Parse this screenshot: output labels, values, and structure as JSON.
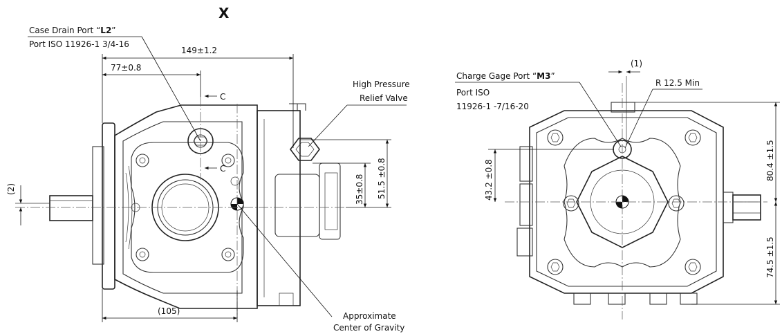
{
  "view_title": "X",
  "left_view": {
    "case_drain_port": {
      "prefix": "Case Drain Port “",
      "name": "L2",
      "suffix": "”",
      "spec": "Port ISO 11926-1  3/4-16"
    },
    "dim_overall_width": "149±1.2",
    "dim_flange_offset": "77±0.8",
    "section_marker": "C",
    "relief_valve": [
      "High Pressure",
      "Relief Valve"
    ],
    "dim_side_offset": "(2)",
    "dim_valve_height_a": "35±0.8",
    "dim_valve_height_b": "51.5 ±0.8",
    "dim_cg": "(105)",
    "cg_label": [
      "Approximate",
      "Center of Gravity"
    ]
  },
  "right_view": {
    "dim_top_offset": "(1)",
    "charge_gage_port": {
      "prefix": "Charge Gage Port  “",
      "name": "M3",
      "suffix": "”",
      "spec_line1": "Port ISO",
      "spec_line2": "11926-1  -7/16-20"
    },
    "radius_label": "R 12.5 Min",
    "dim_left_height": "43.2 ±0.8",
    "dim_right_upper": "80.4 ±1.5",
    "dim_right_lower": "74.5 ±1.5"
  }
}
